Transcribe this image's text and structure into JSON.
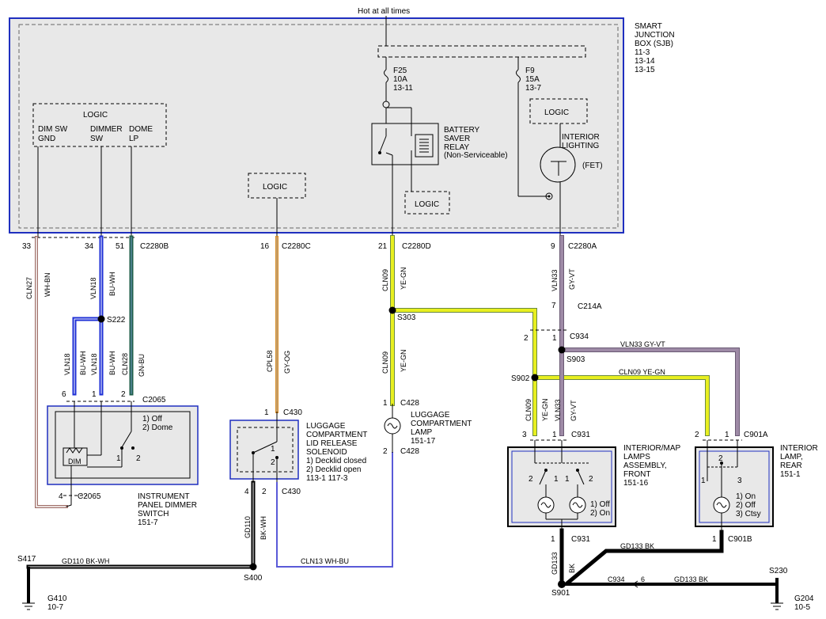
{
  "hot_label": "Hot at all times",
  "sjb": {
    "name": [
      "SMART",
      "JUNCTION",
      "BOX (SJB)"
    ],
    "refs": [
      "11-3",
      "13-14",
      "13-15"
    ]
  },
  "logic_label": "LOGIC",
  "logic_pins": {
    "dim_sw_gnd": [
      "DIM SW",
      "GND"
    ],
    "dimmer_sw": [
      "DIMMER",
      "SW"
    ],
    "dome_lp": [
      "DOME",
      "LP"
    ]
  },
  "fuses": {
    "f25": [
      "F25",
      "10A",
      "13-11"
    ],
    "f9": [
      "F9",
      "15A",
      "13-7"
    ]
  },
  "relay": [
    "BATTERY",
    "SAVER",
    "RELAY",
    "(Non-Serviceable)"
  ],
  "interior_lighting": [
    "INTERIOR",
    "LIGHTING"
  ],
  "fet": "(FET)",
  "connectors": {
    "c2280b": "C2280B",
    "c2280c": "C2280C",
    "c2280d": "C2280D",
    "c2280a": "C2280A",
    "c214a": "C214A",
    "c934": "C934",
    "c2065": "C2065",
    "c430": "C430",
    "c428": "C428",
    "c931": "C931",
    "c901a": "C901A",
    "c901b": "C901B"
  },
  "pins": {
    "p33": "33",
    "p34": "34",
    "p51": "51",
    "p16": "16",
    "p21": "21",
    "p9": "9",
    "p7": "7",
    "p1": "1",
    "p2": "2",
    "p3": "3",
    "p4": "4",
    "p6": "6"
  },
  "splices": {
    "s222": "S222",
    "s303": "S303",
    "s902": "S902",
    "s903": "S903",
    "s400": "S400",
    "s417": "S417",
    "s901": "S901",
    "s230": "S230"
  },
  "circuits": {
    "cln27": "CLN27",
    "wh_bn": "WH-BN",
    "vln18": "VLN18",
    "bu_wh": "BU-WH",
    "cln28": "CLN28",
    "gn_bu": "GN-BU",
    "cpl58": "CPL58",
    "gy_og": "GY-OG",
    "cln09": "CLN09",
    "ye_gn": "YE-GN",
    "vln33": "VLN33",
    "gy_vt": "GY-VT",
    "gd110": "GD110",
    "bk_wh": "BK-WH",
    "cln13": "CLN13",
    "wh_bu": "WH-BU",
    "gd133": "GD133",
    "bk": "BK",
    "c934_6": "C934",
    "vln33_gyvt": "VLN33   GY-VT",
    "cln09_yegn": "CLN09   YE-GN",
    "gd110_bkwh": "GD110   BK-WH",
    "cln13_whbu": "CLN13   WH-BU",
    "gd133_bk": "GD133   BK"
  },
  "dimmer_switch": {
    "positions": [
      "1) Off",
      "2) Dome"
    ],
    "dim_label": "DIM",
    "name": [
      "INSTRUMENT",
      "PANEL DIMMER",
      "SWITCH"
    ],
    "ref": "151-7"
  },
  "luggage_solenoid": {
    "name": [
      "LUGGAGE",
      "COMPARTMENT",
      "LID RELEASE",
      "SOLENOID"
    ],
    "positions": [
      "1) Decklid closed",
      "2) Decklid open"
    ],
    "refs": "113-1       117-3"
  },
  "luggage_lamp": {
    "name": [
      "LUGGAGE",
      "COMPARTMENT",
      "LAMP"
    ],
    "ref": "151-17"
  },
  "front_lamps": {
    "name": [
      "INTERIOR/MAP",
      "LAMPS",
      "ASSEMBLY,",
      "FRONT"
    ],
    "ref": "151-16",
    "positions": [
      "1) Off",
      "2) On"
    ]
  },
  "rear_lamp": {
    "name": [
      "INTERIOR",
      "LAMP,",
      "REAR"
    ],
    "ref": "151-1",
    "positions": [
      "1) On",
      "2) Off",
      "3) Ctsy"
    ]
  },
  "grounds": {
    "g410": [
      "G410",
      "10-7"
    ],
    "g204": [
      "G204",
      "10-5"
    ]
  },
  "colors": {
    "sjb_border": "#1f2fbf",
    "box_fill": "#e8e8e8",
    "blue": "#1e2fd6",
    "dark_green": "#1f5e4a",
    "orange": "#d8902c",
    "yellow": "#e8ef20",
    "violet": "#9e8aa6",
    "brown": "#a0706a",
    "light_blue": "#5a5ad8"
  }
}
